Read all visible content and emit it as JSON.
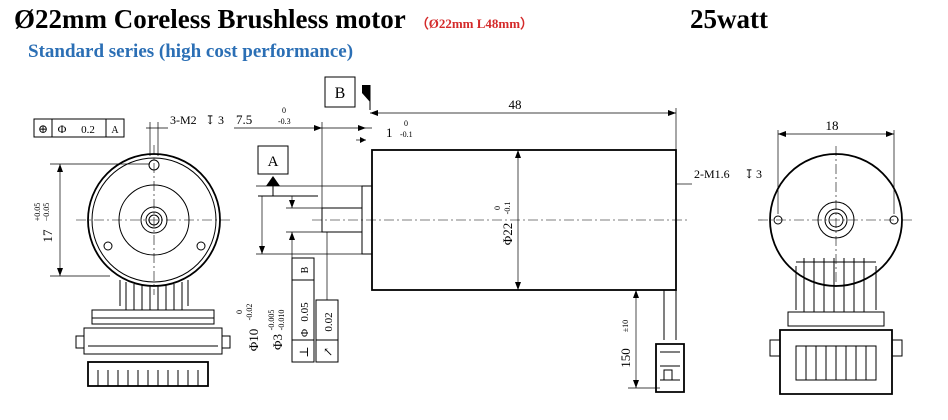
{
  "header": {
    "title": "Ø22mm Coreless Brushless motor",
    "title_dims": "（Ø22mm   L48mm）",
    "power": "25watt",
    "subtitle": "Standard series (high cost performance)"
  },
  "colors": {
    "title_dims": "#d42a2a",
    "subtitle": "#2b6fb5"
  },
  "drawing": {
    "datum_a": "A",
    "datum_b": "B",
    "front_tol_symbol": "⊕",
    "front_tol_phi": "Φ",
    "front_tol_value": "0.2",
    "front_tol_ref": "A",
    "front_holes": "3-M2",
    "front_holes_depth": "3",
    "pitch_dim": "17",
    "pitch_tol_upper": "+0.05",
    "pitch_tol_lower": "−0.05",
    "shaft_len_dim": "7.5",
    "shaft_len_tol_upper": "0",
    "shaft_len_tol_lower": "-0.3",
    "boss_dim": "1",
    "boss_tol_upper": "0",
    "boss_tol_lower": "-0.1",
    "length_dim": "48",
    "body_dia": "Φ22",
    "body_dia_tol_upper": "0",
    "body_dia_tol_lower": "-0.1",
    "boss_dia": "Φ10",
    "boss_dia_tol_upper": "0",
    "boss_dia_tol_lower": "-0.02",
    "shaft_dia": "Φ3",
    "shaft_dia_tol_upper": "-0.005",
    "shaft_dia_tol_lower": "-0.010",
    "perp_symbol": "⊥",
    "perp_phi": "Φ",
    "perp_value": "0.05",
    "perp_ref": "B",
    "runout_symbol": "↗",
    "runout_value": "0.02",
    "rear_holes": "2-M1.6",
    "rear_holes_depth": "3",
    "lead_dim": "150",
    "lead_tol": "±10",
    "rear_pitch_dim": "18"
  }
}
